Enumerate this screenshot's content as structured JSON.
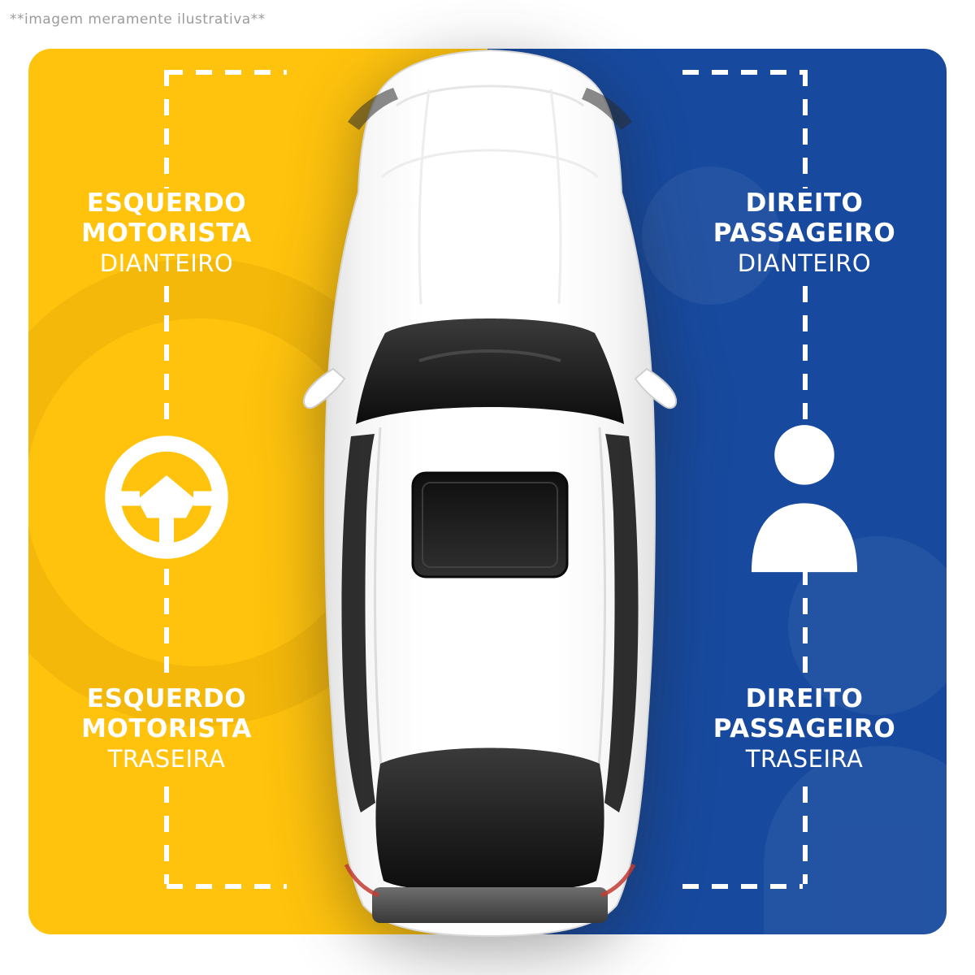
{
  "disclaimer": "**imagem meramente ilustrativa**",
  "colors": {
    "driver-side": "#FFC30D",
    "passenger-side": "#17499E",
    "label-text": "#FFFFFF",
    "dash": "#FFFFFF"
  },
  "labels": {
    "front_left": {
      "line1": "ESQUERDO",
      "line2": "MOTORISTA",
      "line3": "DIANTEIRO"
    },
    "front_right": {
      "line1": "DIREITO",
      "line2": "PASSAGEIRO",
      "line3": "DIANTEIRO"
    },
    "rear_left": {
      "line1": "ESQUERDO",
      "line2": "MOTORISTA",
      "line3": "TRASEIRA"
    },
    "rear_right": {
      "line1": "DIREITO",
      "line2": "PASSAGEIRO",
      "line3": "TRASEIRA"
    }
  },
  "icons": {
    "left": "steering-wheel-icon",
    "right": "passenger-icon"
  }
}
